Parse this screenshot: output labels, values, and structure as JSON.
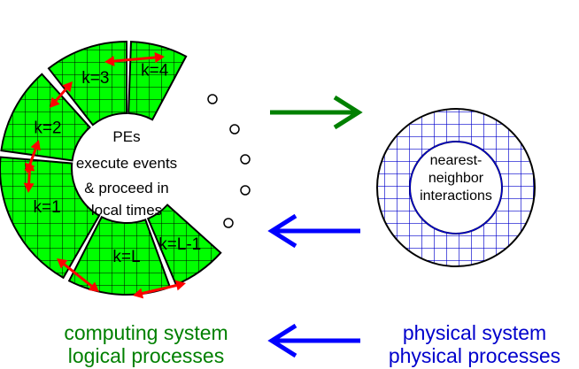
{
  "computing_ring": {
    "fill_color": "#00ff00",
    "grid_color": "#000000",
    "segments": [
      {
        "label": "k=3"
      },
      {
        "label": "k=4"
      },
      {
        "label": "k=2"
      },
      {
        "label": "k=1"
      },
      {
        "label": "k=L"
      },
      {
        "label": "k=L-1"
      }
    ],
    "center_text": [
      "PEs",
      "execute events",
      "& proceed in",
      "local times"
    ],
    "communication_arrow_color": "#ff0000",
    "gap_dots_count": 5
  },
  "physical_ring": {
    "grid_color": "#0000cc",
    "center_text": [
      "nearest-",
      "neighbor",
      "interactions"
    ]
  },
  "arrows": {
    "top_color": "#008000",
    "middle_color": "#0000ff",
    "bottom_color": "#0000ff"
  },
  "captions": {
    "left": {
      "line1": "computing  system",
      "line2": "logical  processes",
      "color": "#008000"
    },
    "right": {
      "line1": "physical  system",
      "line2": "physical  processes",
      "color": "#0000cc"
    }
  }
}
